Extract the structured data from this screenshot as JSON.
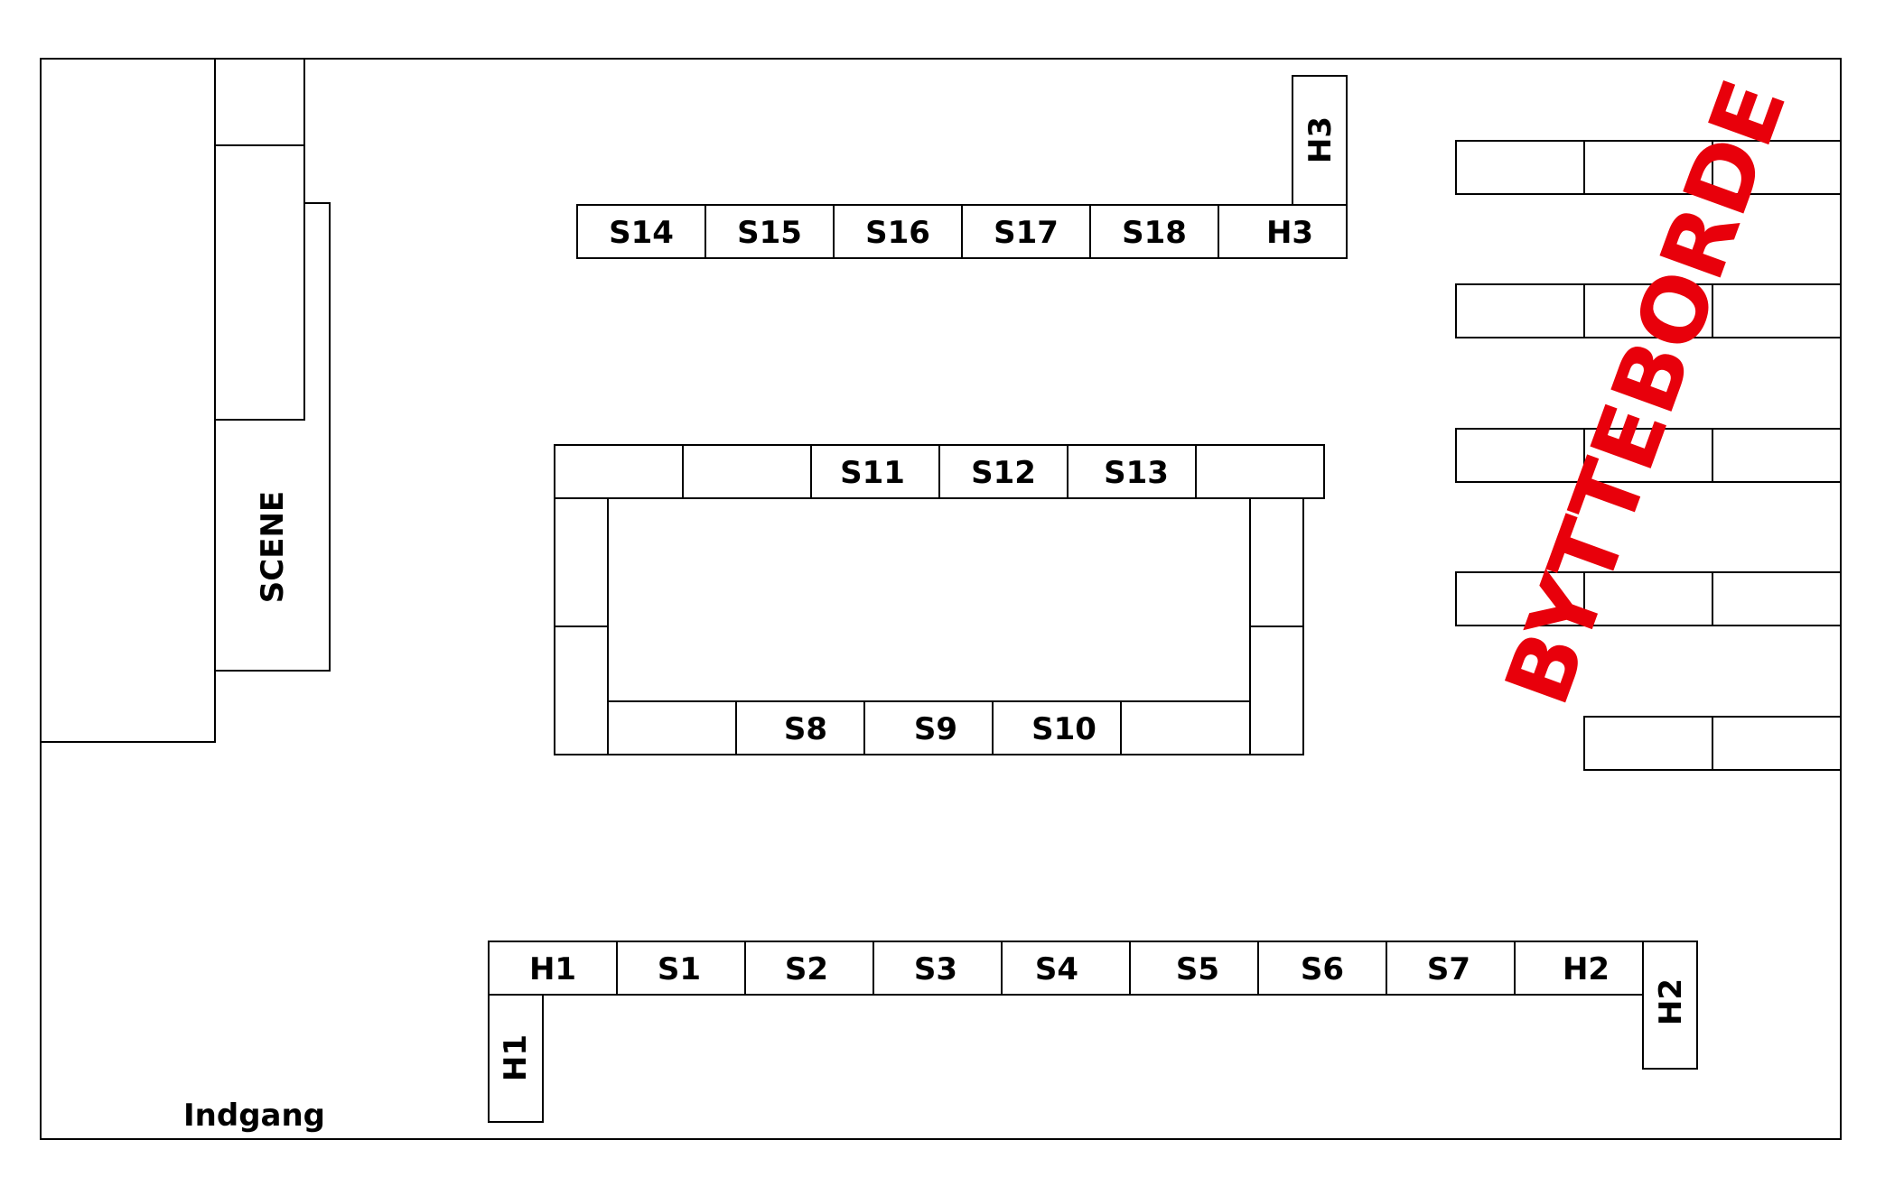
{
  "colors": {
    "outline": "#000000",
    "accent": "#e8000b",
    "background": "#ffffff"
  },
  "stage": {
    "label": "SCENE"
  },
  "entrance": {
    "label": "Indgang"
  },
  "swap_area": {
    "label": "BYTTEBORDE"
  },
  "top_row": [
    "S14",
    "S15",
    "S16",
    "S17",
    "S18",
    "H3"
  ],
  "h3_vertical": "H3",
  "island_top": [
    "",
    "",
    "S11",
    "S12",
    "S13",
    ""
  ],
  "island_bottom": [
    "",
    "S8",
    "S9",
    "S10",
    ""
  ],
  "bottom_row": [
    "H1",
    "S1",
    "S2",
    "S3",
    "S4",
    "S5",
    "S6",
    "S7",
    "H2"
  ],
  "h1_vertical": "H1",
  "h2_vertical": "H2"
}
